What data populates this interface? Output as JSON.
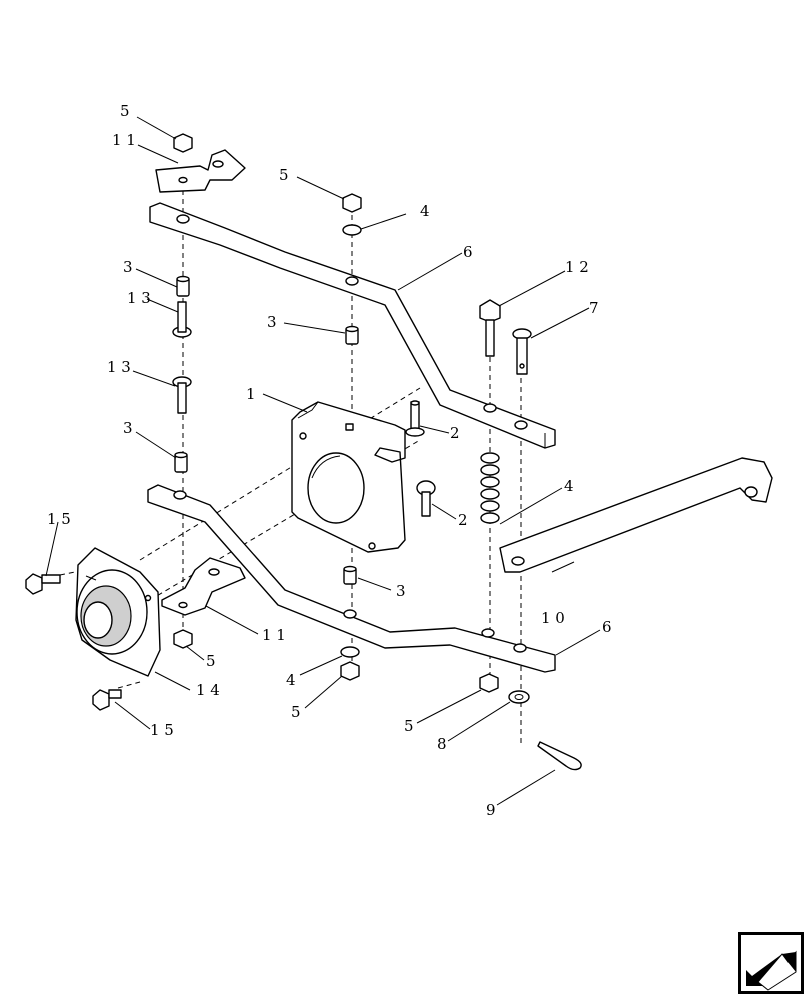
{
  "diagram": {
    "callouts": {
      "c1": "1",
      "c2a": "2",
      "c2b": "2",
      "c3a": "3",
      "c3b": "3",
      "c3c": "3",
      "c3d": "3",
      "c4a": "4",
      "c4b": "4",
      "c4c": "4",
      "c5a": "5",
      "c5b": "5",
      "c5c": "5",
      "c5d": "5",
      "c5e": "5",
      "c6a": "6",
      "c6b": "6",
      "c7": "7",
      "c8": "8",
      "c9": "9",
      "c10": "1 0",
      "c11a": "1 1",
      "c11b": "1 1",
      "c12": "1 2",
      "c13a": "1 3",
      "c13b": "1 3",
      "c14": "1 4",
      "c15a": "1 5",
      "c15b": "1 5"
    }
  },
  "navigation": {
    "icon": "arrow-bottom-left-icon"
  }
}
